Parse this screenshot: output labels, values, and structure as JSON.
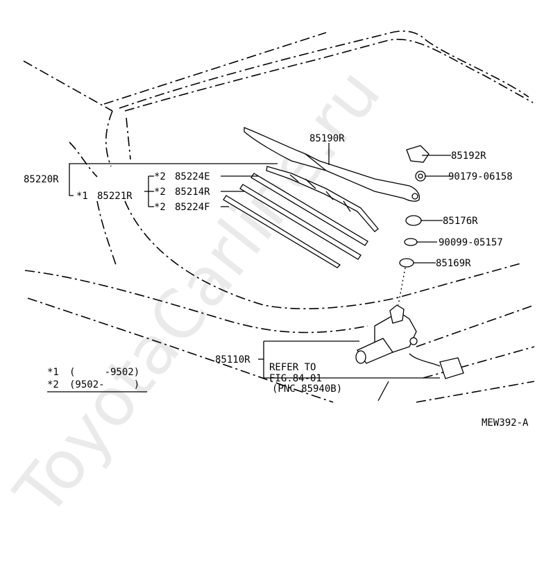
{
  "watermark": "ToyotaCarline.ru",
  "figure_code": "MEW392-A",
  "parts": {
    "p85190R": "85190R",
    "p85192R": "85192R",
    "p90179": "90179-06158",
    "p85176R": "85176R",
    "p90099": "90099-05157",
    "p85169R": "85169R",
    "p85220R": "85220R",
    "p85221R": "85221R",
    "p85224E": "85224E",
    "p85214R": "85214R",
    "p85224F": "85224F",
    "p85110R": "85110R"
  },
  "markers": {
    "m1": "*1",
    "m2": "*2"
  },
  "refer": {
    "line1": "REFER TO",
    "line2": "FIG.84-01",
    "line3": "(PNC 85940B)"
  },
  "legend": {
    "row1_mark": "*1",
    "row1_range": "(     -9502)",
    "row2_mark": "*2",
    "row2_range": "(9502-     )"
  }
}
